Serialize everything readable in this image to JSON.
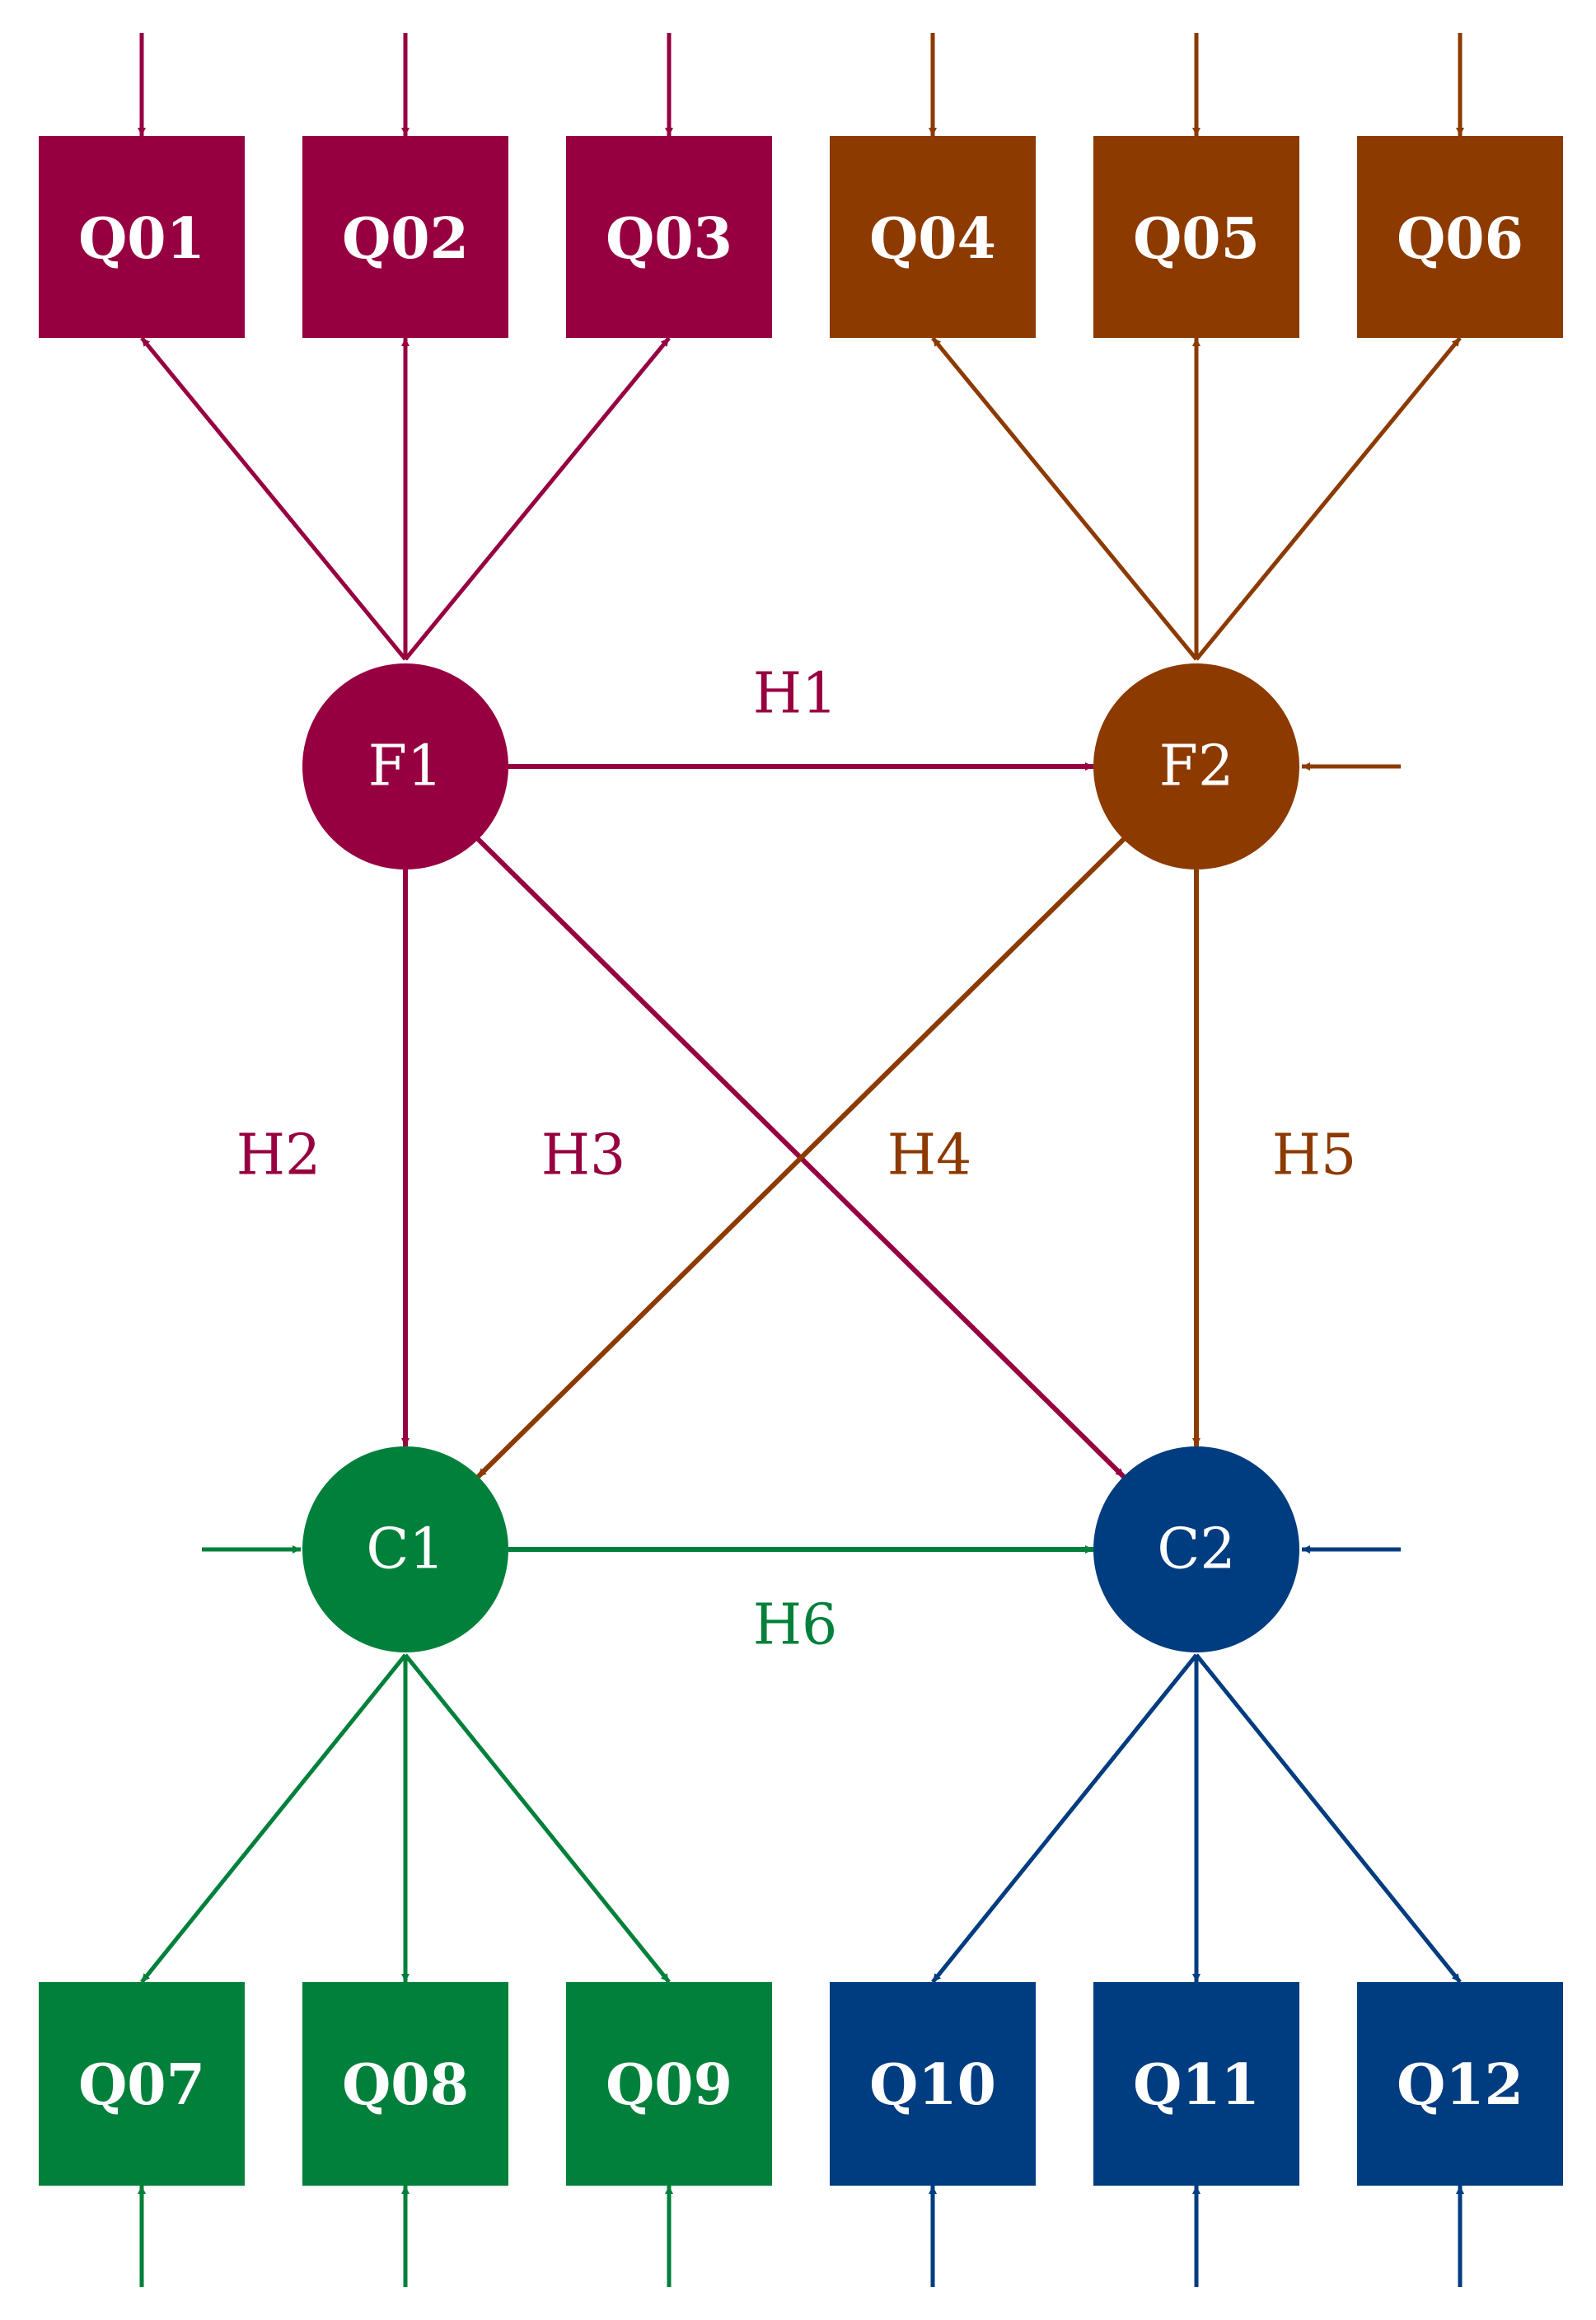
{
  "colors": {
    "f1": "#970040",
    "f2": "#8c3a00",
    "c1": "#00803a",
    "c2": "#003c80"
  },
  "factors": {
    "f1": {
      "label": "F1"
    },
    "f2": {
      "label": "F2"
    },
    "c1": {
      "label": "C1"
    },
    "c2": {
      "label": "C2"
    }
  },
  "indicators": {
    "q01": "Q01",
    "q02": "Q02",
    "q03": "Q03",
    "q04": "Q04",
    "q05": "Q05",
    "q06": "Q06",
    "q07": "Q07",
    "q08": "Q08",
    "q09": "Q09",
    "q10": "Q10",
    "q11": "Q11",
    "q12": "Q12"
  },
  "hypotheses": {
    "h1": "H1",
    "h2": "H2",
    "h3": "H3",
    "h4": "H4",
    "h5": "H5",
    "h6": "H6"
  }
}
